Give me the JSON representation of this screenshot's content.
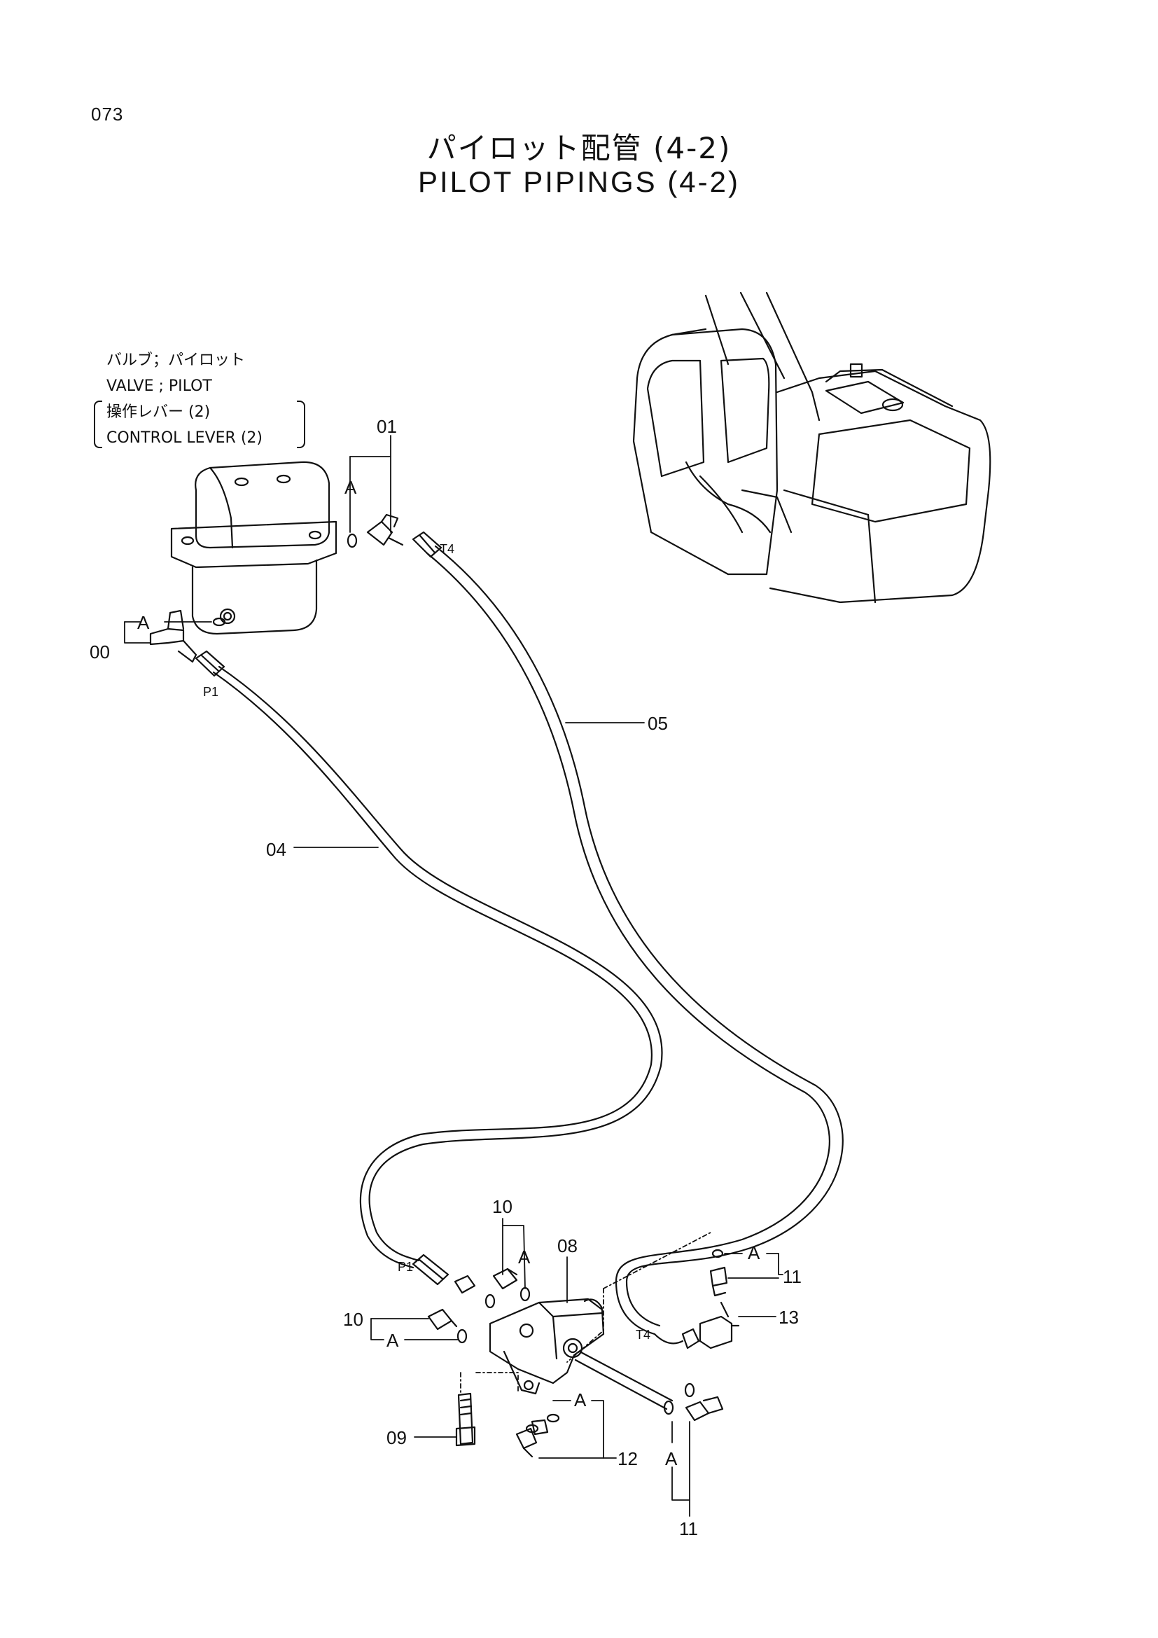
{
  "page_number": "073",
  "title_jp": "パイロット配管  (4-2)",
  "title_en": "PILOT  PIPINGS  (4-2)",
  "valve_label": {
    "line1": "バルブ；パイロット",
    "line2": "VALVE ; PILOT",
    "line3": "操作レバー (2)",
    "line4": "CONTROL  LEVER (2)"
  },
  "callouts": {
    "c00": "00",
    "c01": "01",
    "c04": "04",
    "c05": "05",
    "c08": "08",
    "c09": "09",
    "c10a": "10",
    "c10b": "10",
    "c11a": "11",
    "c11b": "11",
    "c12": "12",
    "c13": "13"
  },
  "port_labels": {
    "p1_top": "P1",
    "t4_top": "T4",
    "p1_bottom": "P1",
    "t4_bottom": "T4"
  },
  "group_mark": "A"
}
